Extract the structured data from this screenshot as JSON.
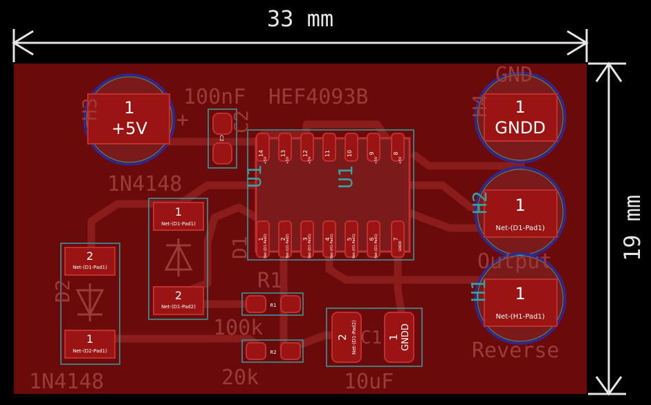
{
  "dimension_width": "33 mm",
  "dimension_height": "19 mm",
  "labels": {
    "cap_100n": "100nF",
    "ic_value": "HEF4093B",
    "plus": "+",
    "c2_ref": "C2",
    "c2_pad": "C2",
    "h3_ref": "H3",
    "h4_ref": "H4",
    "h2_ref": "H2",
    "h1_ref": "H1",
    "gnd_top": "GND",
    "d1_value": "1N4148",
    "d2_value": "1N4148",
    "d1_ref": "D1",
    "d2_ref": "D2",
    "u1_ref_left": "U1",
    "u1_ref_center": "U1",
    "r1_ref": "R1",
    "r1_pad": "R1",
    "r2_ref": "R2",
    "r1_value": "100k",
    "r2_value": "20k",
    "c1_ref": "C1",
    "c1_value": "10uF",
    "output": "Output",
    "reverse": "Reverse"
  },
  "pads": {
    "h3_num": "1",
    "h3_net": "+5V",
    "h4_num": "1",
    "h4_net": "GNDD",
    "h2_num": "1",
    "h2_net": "Net-(D1-Pad1)",
    "h1_num": "1",
    "h1_net": "Net-(H1-Pad1)",
    "d1_pad1_num": "1",
    "d1_pad1_net": "Net-(D1-Pad1)",
    "d1_pad2_num": "2",
    "d1_pad2_net": "Net-(D1-Pad2)",
    "d2_pad2_num": "2",
    "d2_pad2_net": "Net-(D1-Pad1)",
    "d2_pad1_num": "1",
    "d2_pad1_net": "Net-(D2-Pad1)",
    "c1_pad2_num": "2",
    "c1_pad2_net": "Net-(D1-Pad2)",
    "c1_pad1_num": "1",
    "c1_pad1_net": "GNDD",
    "u1_top": [
      "14",
      "13",
      "12",
      "11",
      "10",
      "9",
      "8"
    ],
    "u1_top_net": [
      "+5V",
      "+5V",
      "+5V",
      "",
      "",
      "+5V",
      "+5V"
    ],
    "u1_bottom": [
      "1",
      "2",
      "3",
      "4",
      "5",
      "6",
      "7"
    ],
    "u1_bottom_net": [
      "Net-(D1-Pad2)",
      "Net-(U1-Pad2)",
      "Net-(D1-Pad1)",
      "Net-(H1-Pad1)",
      "Net-(H1-Pad1)",
      "Net-(D1-Pad1)",
      "GNDD"
    ]
  },
  "colors": {
    "board": "#6a0a0a",
    "copper": "#7a1a1a",
    "pad": "#9a1414",
    "silk": "#9c3a3a",
    "courtyard": "#3aa0a0",
    "hole_ring": "#2a2a9a",
    "dimension": "#e6e6e6"
  }
}
